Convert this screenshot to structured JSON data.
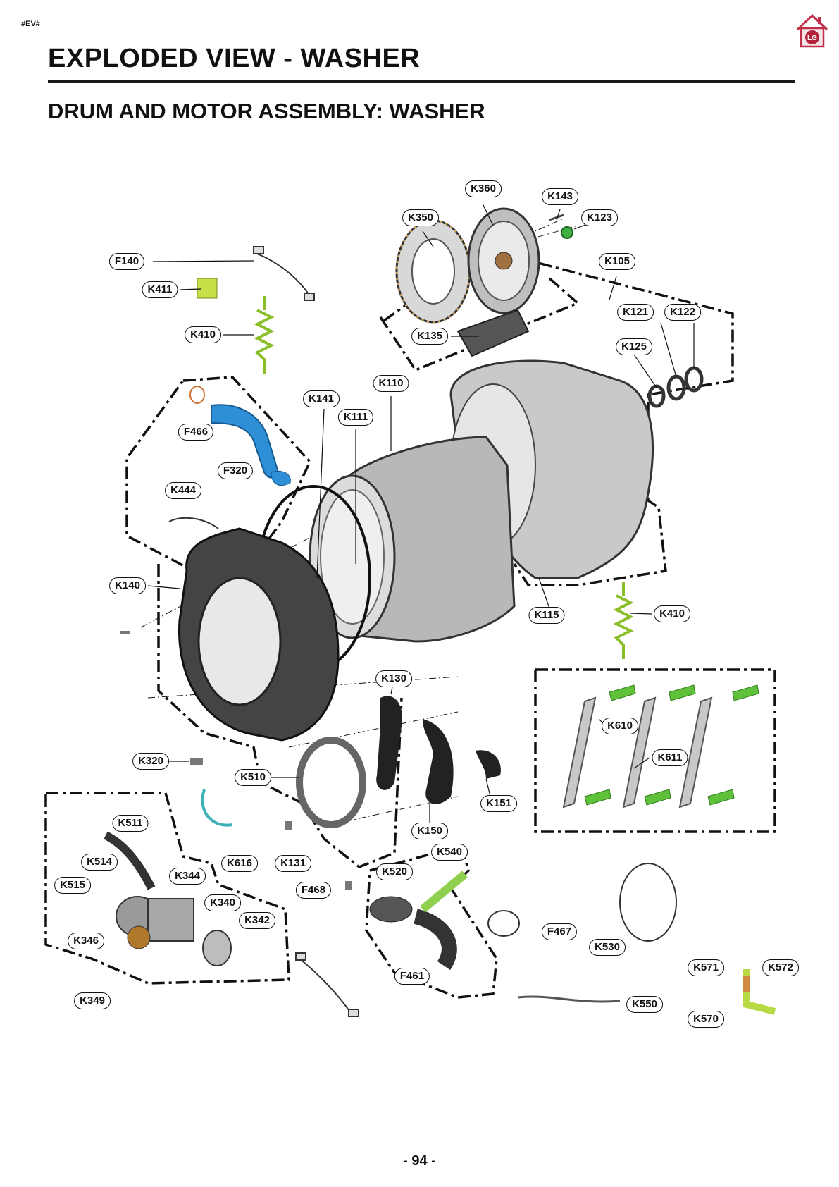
{
  "tag": "#EV#",
  "title": "EXPLODED VIEW - WASHER",
  "subtitle": "DRUM AND MOTOR ASSEMBLY: WASHER",
  "logo": {
    "icon": "lg-home-logo",
    "text": "LG",
    "colors": {
      "house": "#c0304a",
      "circle": "#b3203a"
    }
  },
  "labels": [
    "K360",
    "K143",
    "K350",
    "K123",
    "F140",
    "K105",
    "K411",
    "K121",
    "K122",
    "K410",
    "K135",
    "K125",
    "K110",
    "K141",
    "K111",
    "F466",
    "F320",
    "K444",
    "K140",
    "K115",
    "K410",
    "K130",
    "K610",
    "K611",
    "K320",
    "K510",
    "K151",
    "K150",
    "K511",
    "K540",
    "K514",
    "K616",
    "K131",
    "K520",
    "K344",
    "F468",
    "K515",
    "K340",
    "K342",
    "K346",
    "F467",
    "K530",
    "K571",
    "K572",
    "F461",
    "K349",
    "K550",
    "K570"
  ],
  "page_number": "- 94 -"
}
